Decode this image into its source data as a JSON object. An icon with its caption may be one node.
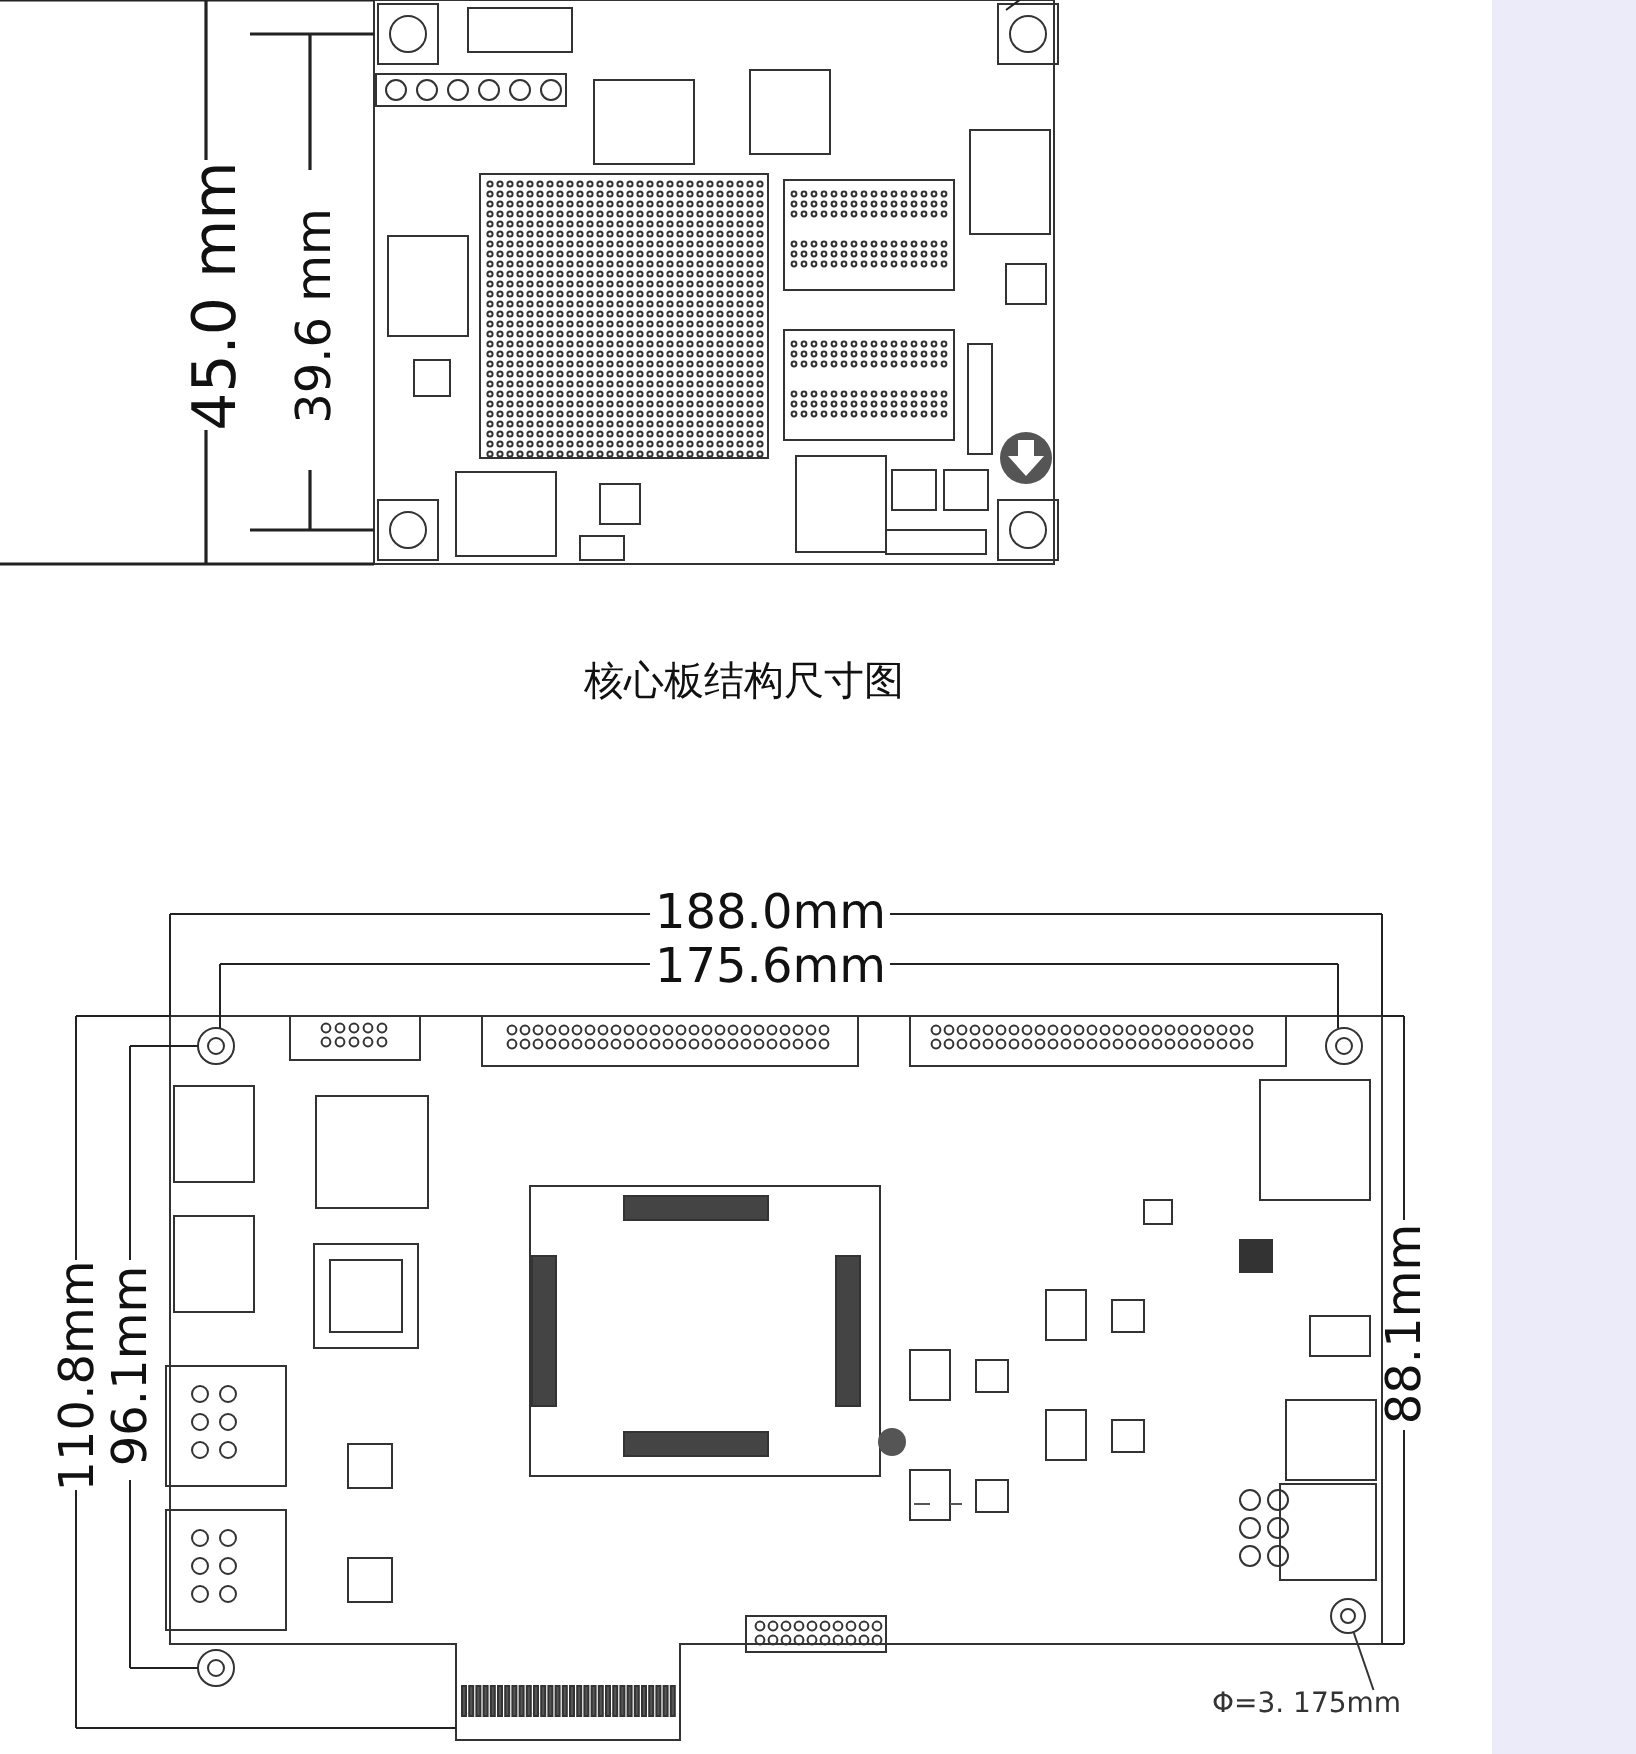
{
  "diagram": {
    "caption": "核心板结构尺寸图",
    "nodes": [
      {
        "text": [
          "Φ=3. 175mm"
        ]
      },
      {
        "text": [],
        "shape": "circle"
      }
    ],
    "edges": [
      {
        "from": 0,
        "to": 1,
        "arrow": "none"
      }
    ],
    "labels": [
      "45.0 mm",
      "39.6 mm",
      "188.0mm",
      "175.6mm",
      "110.8mm",
      "96.1mm",
      "88.1mm"
    ]
  }
}
